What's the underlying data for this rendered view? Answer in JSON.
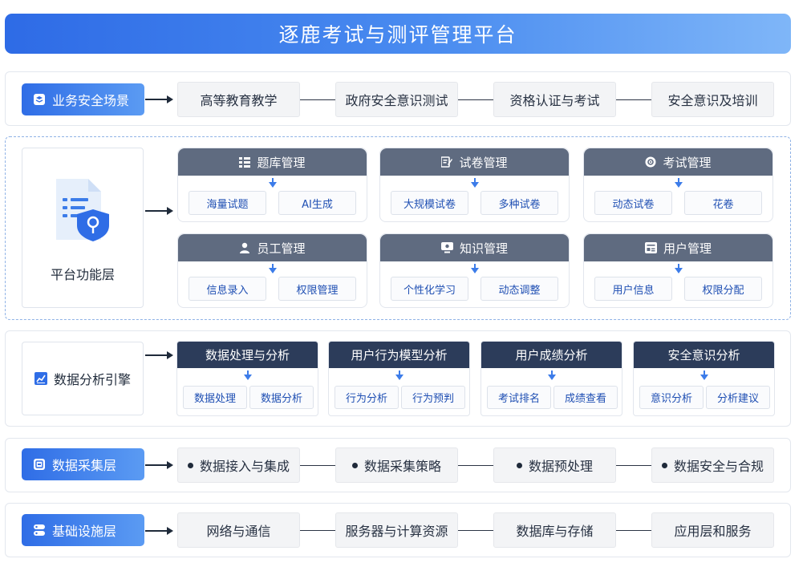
{
  "title": "逐鹿考试与测评管理平台",
  "colors": {
    "accent": "#2f6de6",
    "head_dark": "#2c3c5a",
    "head_gray": "#5f6b80"
  },
  "scene": {
    "label": "业务安全场景",
    "icon": "layers-icon",
    "items": [
      "高等教育教学",
      "政府安全意识测试",
      "资格认证与考试",
      "安全意识及培训"
    ]
  },
  "platform": {
    "label": "平台功能层",
    "icon": "document-shield-icon",
    "modules": [
      {
        "title": "题库管理",
        "icon": "list-icon",
        "subs": [
          "海量试题",
          "AI生成"
        ]
      },
      {
        "title": "试卷管理",
        "icon": "edit-icon",
        "subs": [
          "大规模试卷",
          "多种试卷"
        ]
      },
      {
        "title": "考试管理",
        "icon": "target-icon",
        "subs": [
          "动态试卷",
          "花卷"
        ]
      },
      {
        "title": "员工管理",
        "icon": "person-icon",
        "subs": [
          "信息录入",
          "权限管理"
        ]
      },
      {
        "title": "知识管理",
        "icon": "monitor-icon",
        "subs": [
          "个性化学习",
          "动态调整"
        ]
      },
      {
        "title": "用户管理",
        "icon": "id-card-icon",
        "subs": [
          "用户信息",
          "权限分配"
        ]
      }
    ]
  },
  "analysis": {
    "label": "数据分析引擎",
    "icon": "chart-icon",
    "modules": [
      {
        "title": "数据处理与分析",
        "subs": [
          "数据处理",
          "数据分析"
        ]
      },
      {
        "title": "用户行为模型分析",
        "subs": [
          "行为分析",
          "行为预判"
        ]
      },
      {
        "title": "用户成绩分析",
        "subs": [
          "考试排名",
          "成绩查看"
        ]
      },
      {
        "title": "安全意识分析",
        "subs": [
          "意识分析",
          "分析建议"
        ]
      }
    ]
  },
  "collect": {
    "label": "数据采集层",
    "icon": "database-icon",
    "items": [
      "数据接入与集成",
      "数据采集策略",
      "数据预处理",
      "数据安全与合规"
    ]
  },
  "infra": {
    "label": "基础设施层",
    "icon": "server-icon",
    "items": [
      "网络与通信",
      "服务器与计算资源",
      "数据库与存储",
      "应用层和服务"
    ]
  }
}
